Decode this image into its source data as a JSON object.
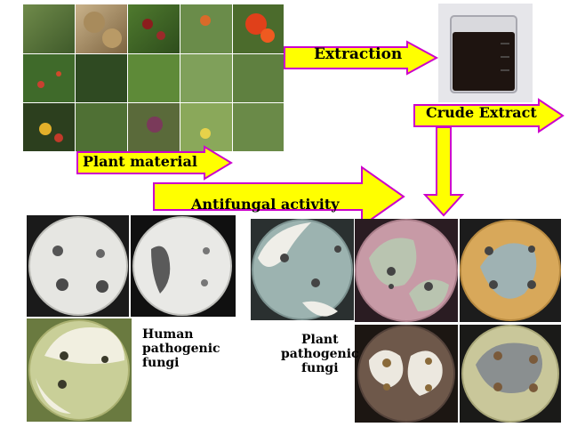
{
  "labels": {
    "extraction": "Extraction",
    "crude_extract": "Crude Extract",
    "plant_material": "Plant material",
    "antifungal_activity": "Antifungal activity",
    "human_fungi": "Human\npathogenic\nfungi",
    "plant_fungi": "Plant\npathogenic\nfungi"
  },
  "colors": {
    "arrow_fill": "#ffff00",
    "arrow_stroke": "#cc00cc",
    "beaker_liquid": "#1e1410"
  },
  "photos": {
    "plant_grid": "plant-photo-grid",
    "beaker": "beaker-photo",
    "petri_dishes": "petri-dish-photos"
  }
}
